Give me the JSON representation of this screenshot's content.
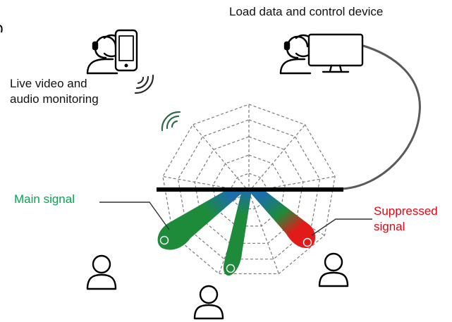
{
  "labels": {
    "load_data": "Load data and control device",
    "live_video_line1": "Live video and",
    "live_video_line2": "audio monitoring",
    "main_signal": "Main signal",
    "suppressed_line1": "Suppressed",
    "suppressed_line2": "signal"
  },
  "colors": {
    "main_signal": "#00A651",
    "suppressed_signal": "#E30613",
    "beam_green": "#1E8B3A",
    "beam_blue": "#1B6FA8",
    "beam_red": "#E31A1A",
    "array_bar": "#000000",
    "grid_line": "#7A7A7A"
  },
  "icons": {
    "mobile_operator": "headset-user-with-phone-icon",
    "desktop_operator": "headset-user-with-monitor-icon",
    "wireless_phone": "wifi-waves-icon",
    "wireless_array": "wifi-waves-icon",
    "people": [
      "person-icon",
      "person-icon",
      "person-icon"
    ]
  }
}
